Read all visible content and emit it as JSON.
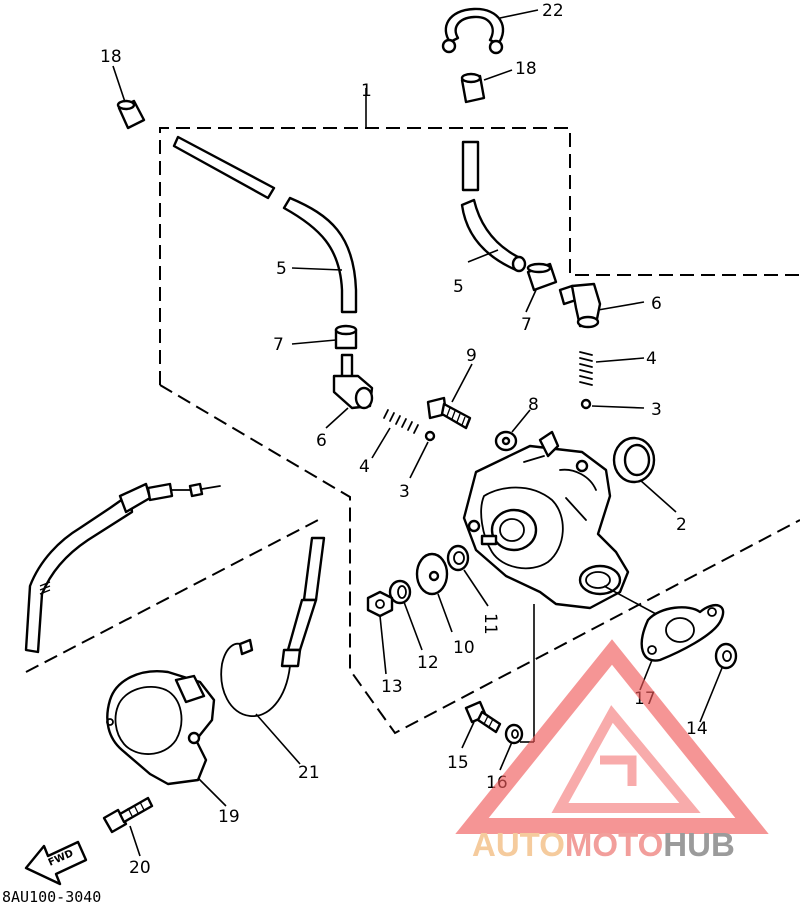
{
  "diagram_code": "8AU100-3040",
  "fwd_label": "FWD",
  "watermark": {
    "part1": "AUTO",
    "part2": "MOTO",
    "part3": "HUB",
    "colors": {
      "triangle": "#f05a5a",
      "auto": "#f4c28c",
      "moto": "#f08e8a",
      "hub": "#8a8a8a"
    }
  },
  "callouts": {
    "c1": "1",
    "c2": "2",
    "c3a": "3",
    "c3b": "3",
    "c4a": "4",
    "c4b": "4",
    "c5a": "5",
    "c5b": "5",
    "c6a": "6",
    "c6b": "6",
    "c7a": "7",
    "c7b": "7",
    "c8": "8",
    "c9": "9",
    "c10": "10",
    "c11": "11",
    "c12": "12",
    "c13": "13",
    "c14": "14",
    "c15": "15",
    "c16": "16",
    "c17": "17",
    "c18a": "18",
    "c18b": "18",
    "c19": "19",
    "c20": "20",
    "c21": "21",
    "c22": "22"
  },
  "icons": [
    "fwd-arrow-icon",
    "watermark-triangle-icon"
  ]
}
